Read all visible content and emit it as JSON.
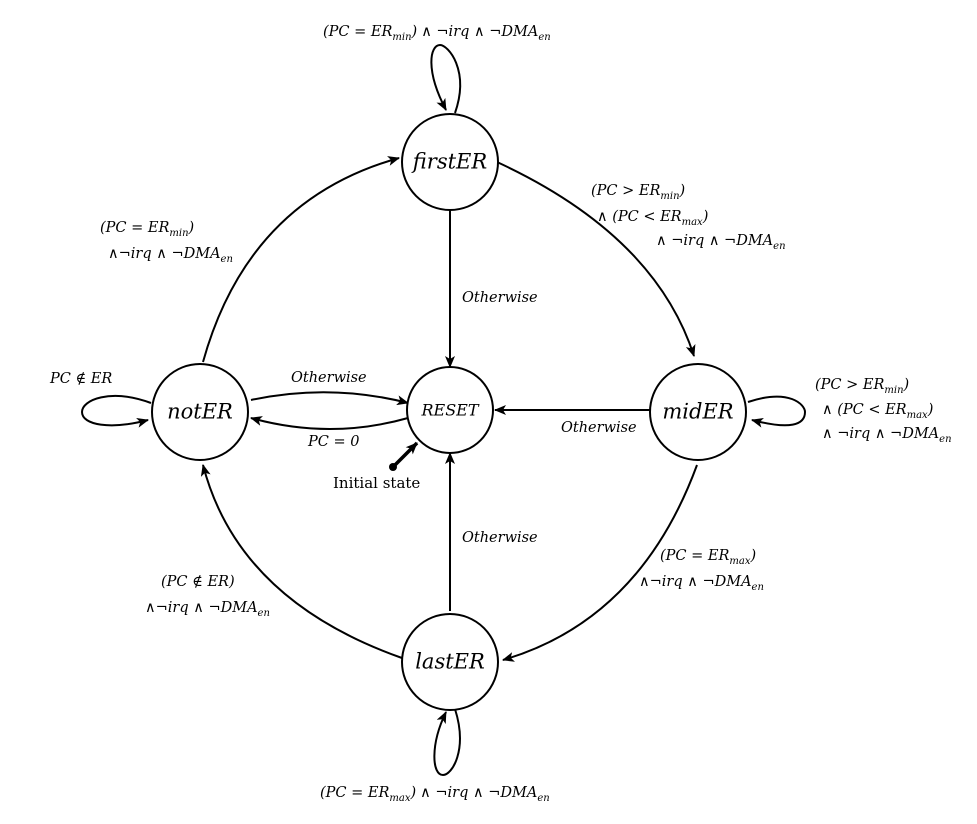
{
  "states": {
    "firstER": "firstER",
    "midER": "midER",
    "lastER": "lastER",
    "notER": "notER",
    "reset": "RESET"
  },
  "initial_label": "Initial state",
  "conditions": {
    "otherwise": "Otherwise",
    "pc_zero": "PC = 0",
    "notin_er": "PC ∉ ER",
    "notin_er_paren": "(PC ∉ ER)",
    "eq_min": "(PC = ER",
    "eq_max": "(PC = ER",
    "gt_min": "(PC > ER",
    "lt_max": "∧ (PC < ER",
    "and_not": "∧ ¬irq ∧ ¬DMA",
    "and_not_tight": "∧¬irq ∧ ¬DMA",
    "close": ")",
    "sub_min": "min",
    "sub_max": "max",
    "sub_en": "en"
  }
}
